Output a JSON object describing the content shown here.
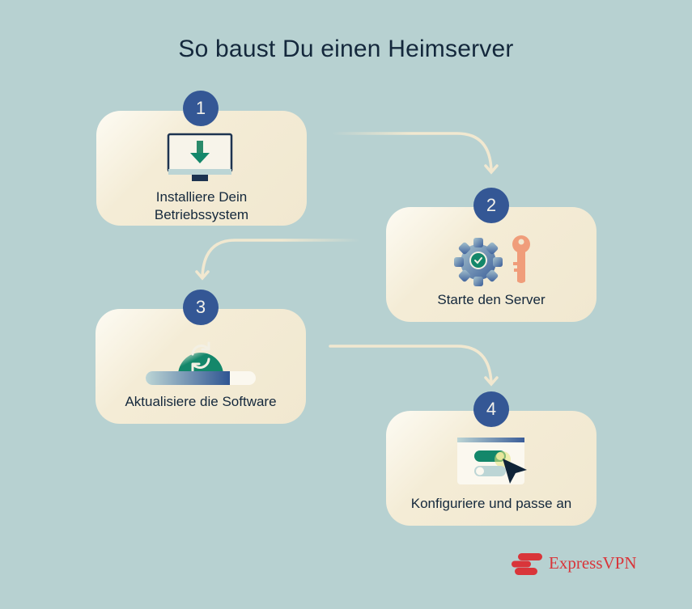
{
  "title": "So baust Du einen Heimserver",
  "steps": [
    {
      "number": "1",
      "label_line1": "Installiere Dein",
      "label_line2": "Betriebssystem",
      "icon": "monitor-download-icon"
    },
    {
      "number": "2",
      "label": "Starte den Server",
      "icon": "gear-key-icon"
    },
    {
      "number": "3",
      "label": "Aktualisiere die Software",
      "icon": "update-progress-icon"
    },
    {
      "number": "4",
      "label": "Konfiguriere und passe an",
      "icon": "settings-toggle-cursor-icon"
    }
  ],
  "brand": {
    "name": "ExpressVPN",
    "color": "#d9353a"
  },
  "colors": {
    "background": "#b7d1d1",
    "card": "#f1e8d0",
    "badge": "#345795",
    "arrow": "#f1e8d0",
    "text": "#14283c"
  }
}
